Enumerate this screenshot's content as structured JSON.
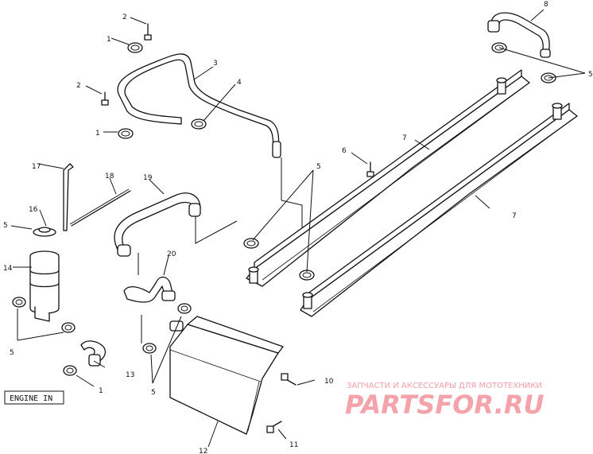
{
  "diagram": {
    "callouts": [
      "1",
      "2",
      "3",
      "4",
      "5",
      "6",
      "7",
      "8",
      "10",
      "11",
      "12",
      "13",
      "14",
      "16",
      "17",
      "18",
      "19",
      "20"
    ],
    "engine_label": "ENGINE IN",
    "watermark": {
      "subtitle": "ЗАПЧАСТИ И АКСЕССУАРЫ ДЛЯ МОТОТЕХНИКИ",
      "logo": "PARTSFOR.RU"
    }
  }
}
